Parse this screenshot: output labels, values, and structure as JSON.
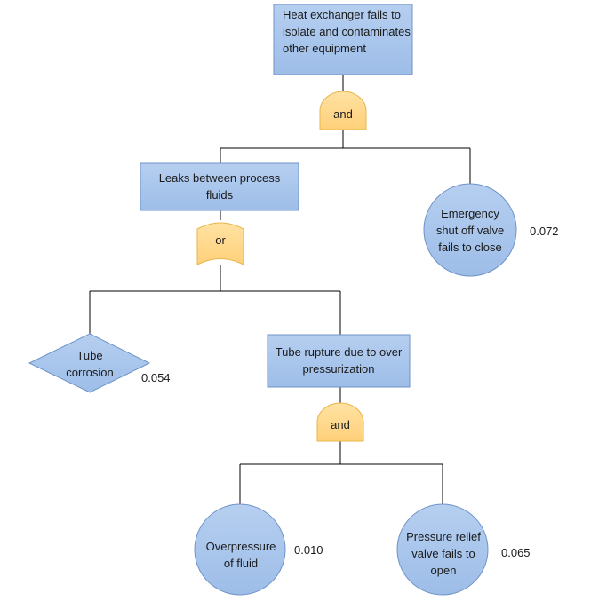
{
  "nodes": {
    "top_event": "Heat exchanger fails to isolate and contaminates other equipment",
    "leaks": "Leaks between process fluids",
    "esd_valve": "Emergency shut off valve fails to close",
    "tube_corrosion": "Tube corrosion",
    "tube_rupture": "Tube rupture due to over pressurization",
    "overpressure": "Overpressure of fluid",
    "relief_valve": "Pressure relief valve fails to open"
  },
  "gates": {
    "gate_top": "and",
    "gate_leaks": "or",
    "gate_rupture": "and"
  },
  "probabilities": {
    "esd_valve": "0.072",
    "tube_corrosion": "0.054",
    "overpressure": "0.010",
    "relief_valve": "0.065"
  },
  "colors": {
    "event_fill": "#a9c6ec",
    "event_stroke": "#6f93c7",
    "gate_fill": "#ffd78a",
    "gate_stroke": "#e8b64a",
    "line": "#000000"
  }
}
